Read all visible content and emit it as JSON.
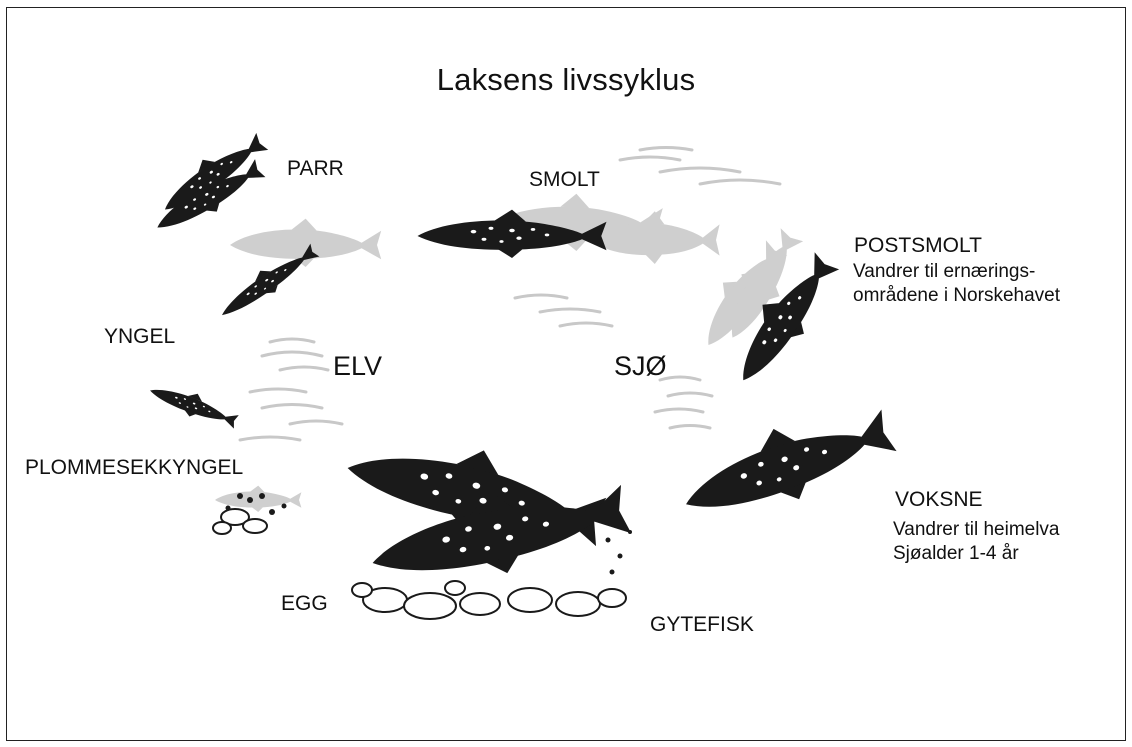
{
  "diagram": {
    "title": "Laksens livssyklus",
    "stages": {
      "parr": "PARR",
      "smolt": "SMOLT",
      "postsmolt": "POSTSMOLT",
      "postsmolt_desc_1": "Vandrer til ernærings-",
      "postsmolt_desc_2": "områdene i Norskehavet",
      "yngel": "YNGEL",
      "plommesekkyngel": "PLOMMESEKKYNGEL",
      "egg": "EGG",
      "gytefisk": "GYTEFISK",
      "voksne": "VOKSNE",
      "voksne_desc_1": "Vandrer til heimelva",
      "voksne_desc_2": "Sjøalder 1-4 år"
    },
    "habitats": {
      "river": "ELV",
      "sea": "SJØ"
    }
  }
}
